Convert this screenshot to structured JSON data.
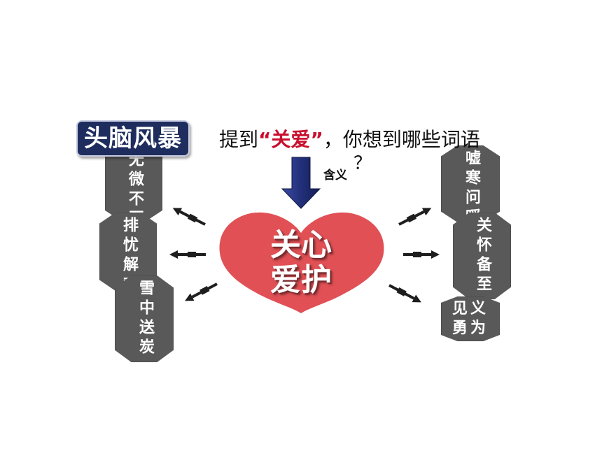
{
  "title_badge": "头脑风暴",
  "question": {
    "prefix": "提到",
    "open_quote": "“",
    "keyword": "关爱",
    "close_quote": "”",
    "suffix": "，你想到哪些词语",
    "question_mark": "？"
  },
  "arrow_label": "含义",
  "center": {
    "line1": "关心",
    "line2": "爱护"
  },
  "left_terms": [
    {
      "label": "无微不至"
    },
    {
      "label": "排忧解难"
    },
    {
      "label": "雪中送炭"
    }
  ],
  "right_terms": [
    {
      "label": "嘘寒问暖"
    },
    {
      "label": "关怀备至"
    },
    {
      "label": "见义勇为"
    }
  ],
  "colors": {
    "badge_bg": "#1f2d5e",
    "keyword_red": "#c8102e",
    "heart": "#e05055",
    "term_box": "#595959",
    "down_arrow": "#22307a"
  }
}
